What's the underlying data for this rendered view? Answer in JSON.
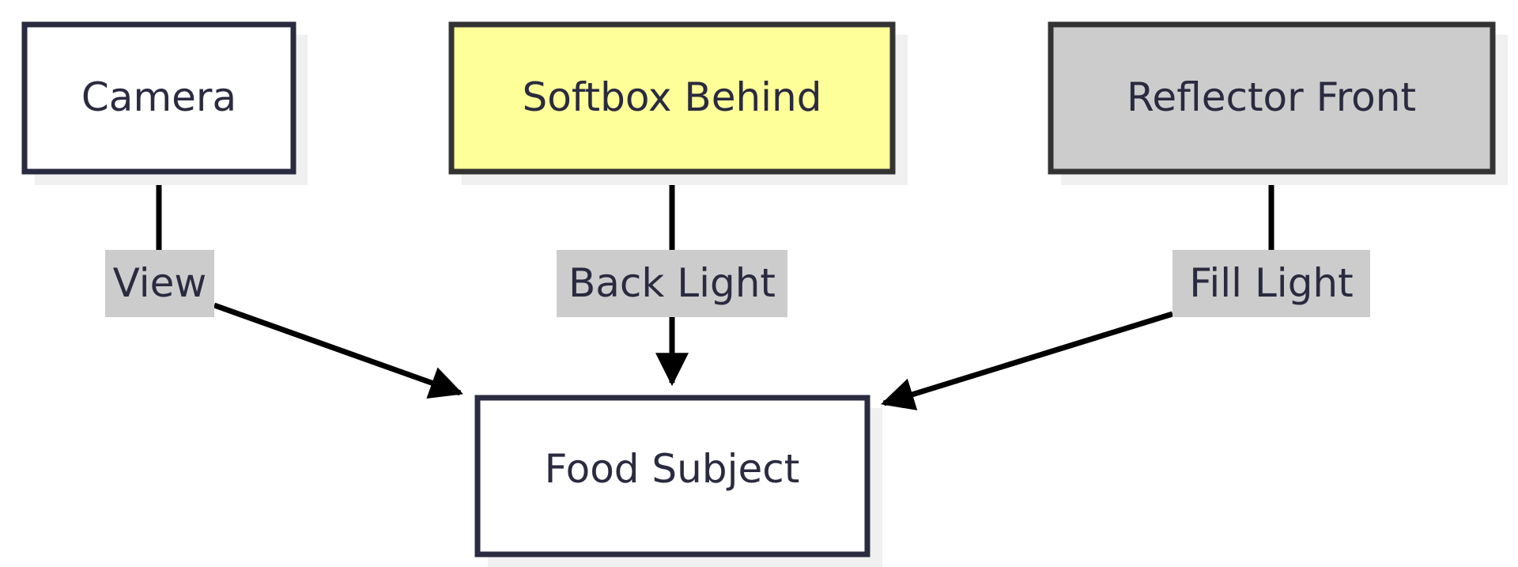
{
  "diagram": {
    "type": "flowchart",
    "nodes": [
      {
        "id": "camera",
        "label": "Camera",
        "fill": "#ffffff",
        "stroke": "#2a2a40"
      },
      {
        "id": "softbox",
        "label": "Softbox Behind",
        "fill": "#ffff99",
        "stroke": "#333333"
      },
      {
        "id": "reflector",
        "label": "Reflector Front",
        "fill": "#cccccc",
        "stroke": "#333333"
      },
      {
        "id": "food",
        "label": "Food Subject",
        "fill": "#ffffff",
        "stroke": "#2a2a40"
      }
    ],
    "edges": [
      {
        "from": "camera",
        "to": "food",
        "label": "View"
      },
      {
        "from": "softbox",
        "to": "food",
        "label": "Back Light"
      },
      {
        "from": "reflector",
        "to": "food",
        "label": "Fill Light"
      }
    ],
    "colors": {
      "text": "#2a2a40",
      "edge": "#000000",
      "edge_label_bg": "#cccccc",
      "shadow": "#f0f0f0"
    }
  }
}
